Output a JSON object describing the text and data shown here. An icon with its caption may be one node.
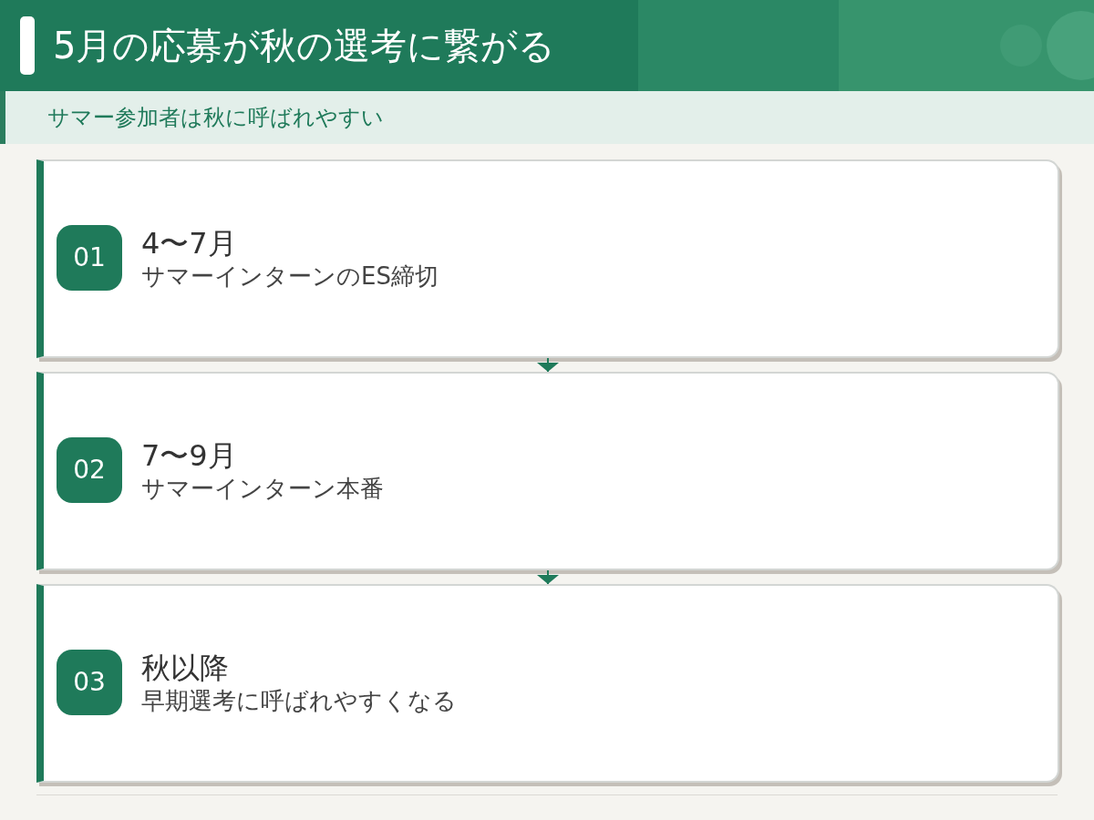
{
  "diagram": {
    "title": "5月の応募が秋の選考に繋がる",
    "nodes": [
      {
        "text": [
          "4〜7月",
          "サマーインターンのES締切"
        ]
      },
      {
        "text": [
          "01"
        ],
        "in": 0
      },
      {
        "text": [
          "7〜9月",
          "サマーインターン本番"
        ]
      },
      {
        "text": [
          "02"
        ],
        "in": 2
      },
      {
        "text": [
          "秋以降",
          "早期選考に呼ばれやすくなる"
        ]
      },
      {
        "text": [
          "03"
        ],
        "in": 4
      }
    ],
    "edges": [
      {
        "from": 0,
        "to": 2,
        "arrow": "to"
      },
      {
        "from": 2,
        "to": 4,
        "arrow": "to"
      }
    ],
    "labels": [
      "サマー参加者は秋に呼ばれやすい"
    ]
  }
}
